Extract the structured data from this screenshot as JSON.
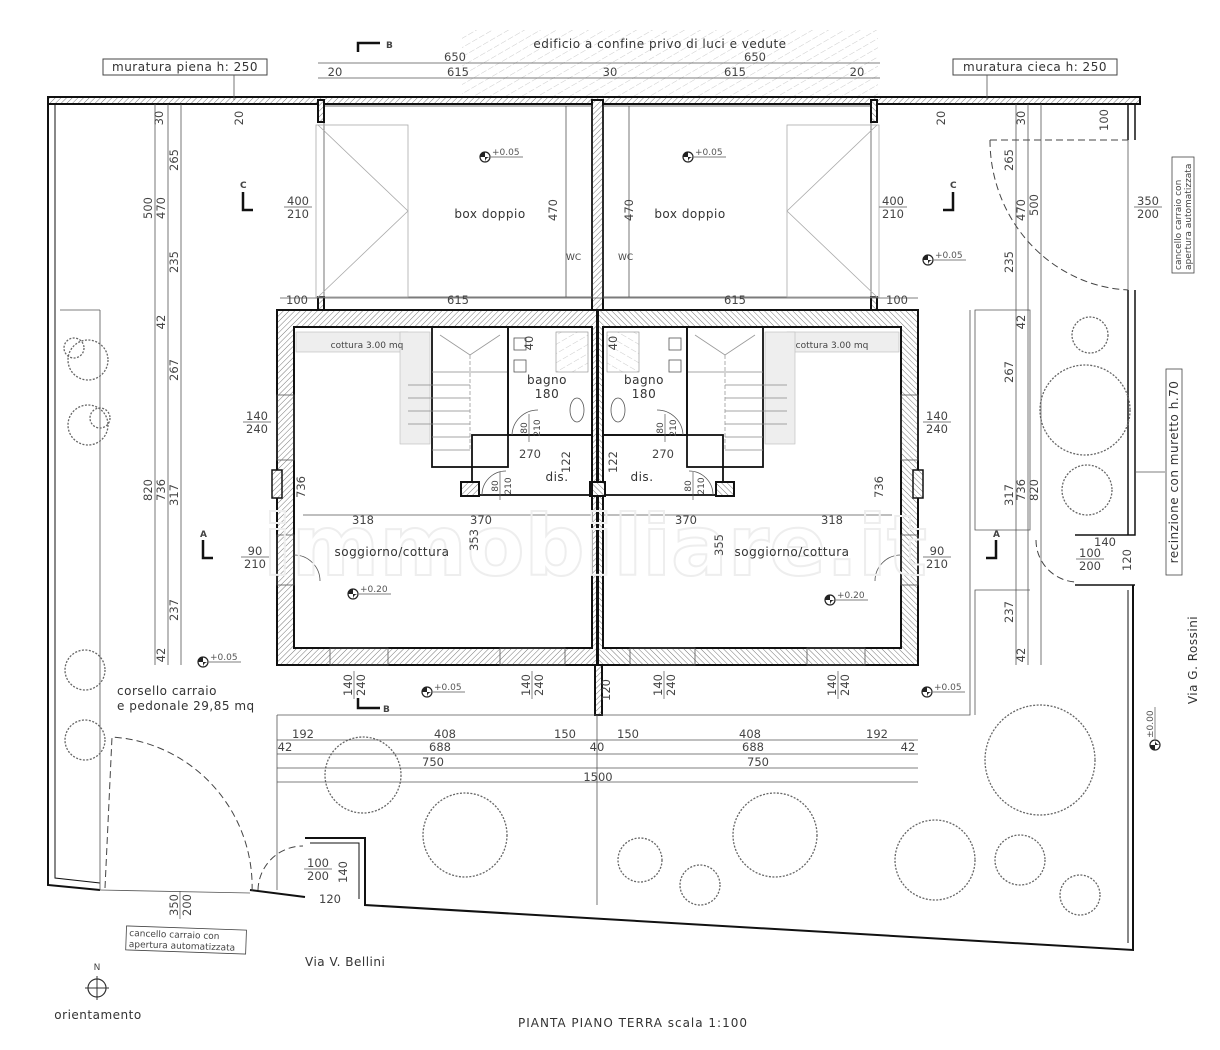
{
  "title": "PIANTA PIANO TERRA scala 1:100",
  "watermark": "immobiliare.it",
  "labels": {
    "neighbour_building": "edificio a confine privo di luci e vedute",
    "wall_left": "muratura piena h: 250",
    "wall_right": "muratura cieca h: 250",
    "garage_left": "box doppio",
    "garage_right": "box doppio",
    "kitchen_left": "cottura 3.00 mq",
    "kitchen_right": "cottura 3.00 mq",
    "bath_left": "bagno",
    "bath_right": "bagno",
    "bath_height_left": "180",
    "bath_height_right": "180",
    "hall_left": "dis.",
    "hall_right": "dis.",
    "living_left": "soggiorno/cottura",
    "living_right": "soggiorno/cottura",
    "driveway_1": "corsello carraio",
    "driveway_2": "e pedonale 29,85 mq",
    "gate_note_1": "cancello carraio con",
    "gate_note_2": "apertura automatizzata",
    "fence_note": "recinzione con muretto h.70",
    "street_east": "Via G. Rossini",
    "street_south": "Via V. Bellini",
    "north": "N",
    "orientation": "orientamento",
    "wc": "WC"
  },
  "sections": {
    "a": "A",
    "b": "B",
    "c": "C"
  },
  "levels": [
    "+0.05",
    "+0.05",
    "+0.05",
    "+0.05",
    "+0.05",
    "+0.05",
    "+0.20",
    "+0.20",
    "±0.00"
  ],
  "openings": [
    {
      "w": "400",
      "h": "210"
    },
    {
      "w": "400",
      "h": "210"
    },
    {
      "w": "350",
      "h": "200"
    },
    {
      "w": "140",
      "h": "240"
    },
    {
      "w": "140",
      "h": "240"
    },
    {
      "w": "90",
      "h": "210"
    },
    {
      "w": "90",
      "h": "210"
    },
    {
      "w": "80",
      "h": "210"
    },
    {
      "w": "80",
      "h": "210"
    },
    {
      "w": "80",
      "h": "210"
    },
    {
      "w": "80",
      "h": "210"
    },
    {
      "w": "140",
      "h": "240"
    },
    {
      "w": "140",
      "h": "240"
    },
    {
      "w": "140",
      "h": "240"
    },
    {
      "w": "140",
      "h": "240"
    },
    {
      "w": "100",
      "h": "200"
    },
    {
      "w": "100",
      "h": "200"
    },
    {
      "w": "350",
      "h": "200"
    }
  ],
  "dimensions": [
    "650",
    "650",
    "20",
    "615",
    "30",
    "615",
    "20",
    "20",
    "30",
    "265",
    "500",
    "470",
    "235",
    "42",
    "267",
    "820",
    "736",
    "317",
    "237",
    "42",
    "20",
    "30",
    "265",
    "470",
    "500",
    "235",
    "42",
    "267",
    "317",
    "736",
    "820",
    "237",
    "42",
    "100",
    "470",
    "470",
    "100",
    "615",
    "615",
    "100",
    "270",
    "270",
    "122",
    "122",
    "736",
    "736",
    "318",
    "370",
    "370",
    "318",
    "353",
    "355",
    "120",
    "192",
    "408",
    "150",
    "150",
    "408",
    "192",
    "42",
    "688",
    "40",
    "688",
    "42",
    "750",
    "750",
    "1500",
    "140",
    "120",
    "40",
    "40",
    "120",
    "140"
  ]
}
